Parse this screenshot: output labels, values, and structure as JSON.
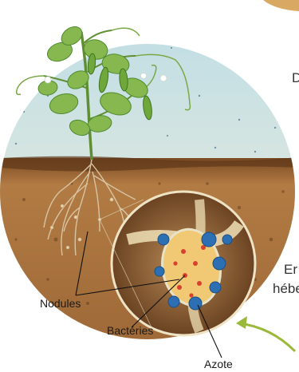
{
  "labels": {
    "nodules": "Nodules",
    "bacteries": "Bactéries",
    "azote": "Azote"
  },
  "side_text": {
    "line1": "D",
    "line2": "Er",
    "line3": "hébe"
  },
  "colors": {
    "sky_top": "#cfe4ea",
    "sky_bottom": "#f2e6c6",
    "soil": "#a3703b",
    "soil_dark": "#6f4420",
    "leaf": "#7fb34a",
    "leaf_dark": "#4e8a2e",
    "nitrogen": "#2d6fb3",
    "bacteria": "#d8402f",
    "nodule": "#f1c873",
    "arrow": "#9ab83a"
  }
}
